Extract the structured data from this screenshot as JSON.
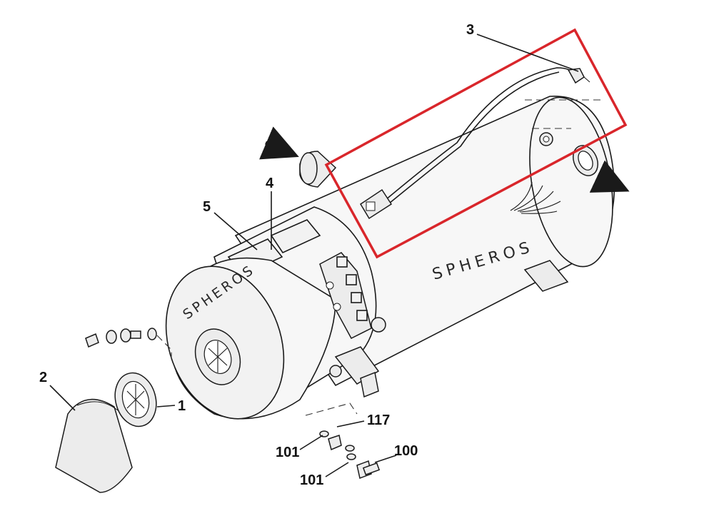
{
  "diagram": {
    "callouts": {
      "c1": "1",
      "c2": "2",
      "c3": "3",
      "c4": "4",
      "c5": "5",
      "c100": "100",
      "c101a": "101",
      "c101b": "101",
      "c117": "117"
    },
    "brand_text_body": "SPHEROS",
    "brand_text_cylinder": "SPHEROS",
    "brand_text_front": "SPHEROS",
    "highlight_color": "#d9262b",
    "line_color": "#1a1a1a"
  }
}
